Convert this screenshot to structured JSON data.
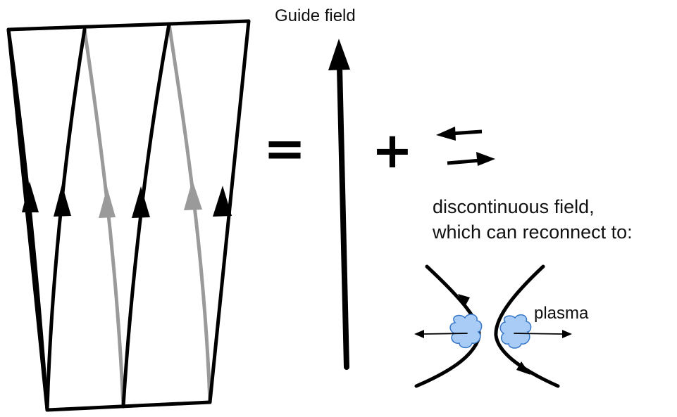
{
  "labels": {
    "guide_field": "Guide field",
    "desc_line1": "discontinuous  field,",
    "desc_line2": "which can reconnect to:",
    "plasma": "plasma"
  },
  "operators": {
    "equals": "=",
    "plus": "+"
  },
  "colors": {
    "line": "#000000",
    "faded_line": "#9a9a9a",
    "plasma_fill": "#a8ccf5",
    "plasma_stroke": "#3a78c8"
  }
}
